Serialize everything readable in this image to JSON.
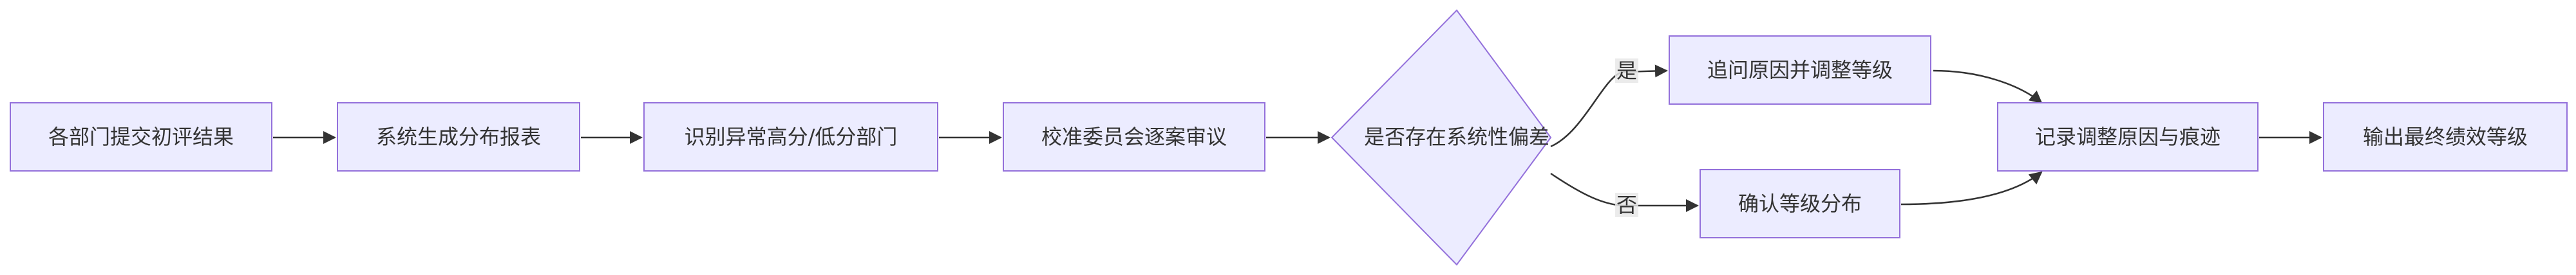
{
  "nodes": {
    "a": "各部门提交初评结果",
    "b": "系统生成分布报表",
    "c": "识别异常高分/低分部门",
    "d": "校准委员会逐案审议",
    "e": "是否存在系统性偏差",
    "f": "追问原因并调整等级",
    "g": "确认等级分布",
    "h": "记录调整原因与痕迹",
    "i": "输出最终绩效等级"
  },
  "edges": {
    "yes": "是",
    "no": "否"
  },
  "colors": {
    "node_fill": "#ECECFF",
    "node_stroke": "#9370DB",
    "edge": "#333333",
    "text": "#333333"
  }
}
